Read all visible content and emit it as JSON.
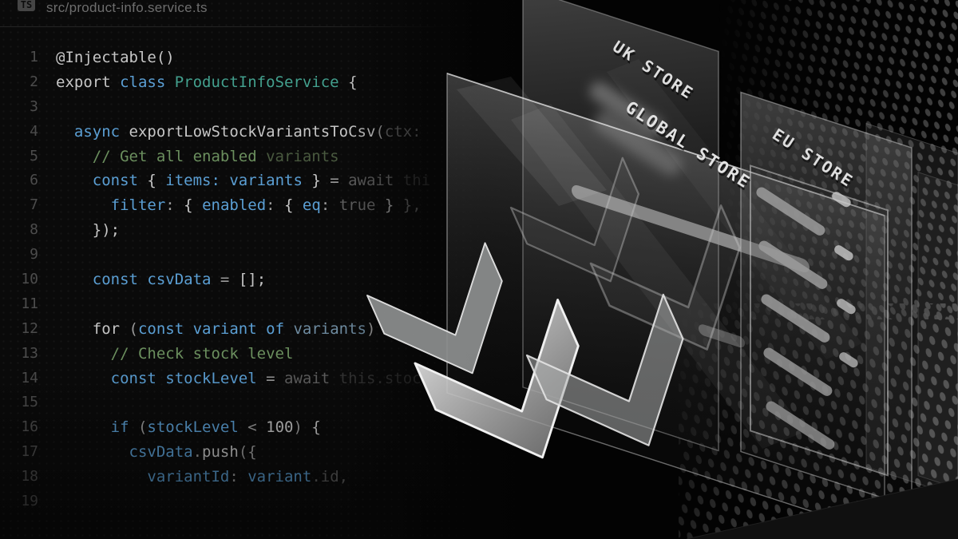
{
  "tab": {
    "badge": "TS",
    "path": "src/product-info.service.ts"
  },
  "editor": {
    "lines": [
      {
        "n": 1,
        "tokens": [
          [
            "w",
            "@Injectable()"
          ]
        ]
      },
      {
        "n": 2,
        "tokens": [
          [
            "w",
            "export "
          ],
          [
            "k",
            "class "
          ],
          [
            "t",
            "ProductInfoService"
          ],
          [
            "w",
            " {"
          ]
        ]
      },
      {
        "n": 3,
        "tokens": []
      },
      {
        "n": 4,
        "tokens": [
          [
            "w",
            "  "
          ],
          [
            "k",
            "async "
          ],
          [
            "w",
            "exportLowStockVariantsToCsv"
          ],
          [
            "p",
            "("
          ],
          [
            "f",
            "ctx:"
          ]
        ]
      },
      {
        "n": 5,
        "tokens": [
          [
            "c",
            "    // Get all enabled "
          ],
          [
            "cf",
            "variants"
          ]
        ]
      },
      {
        "n": 6,
        "tokens": [
          [
            "w",
            "    "
          ],
          [
            "k",
            "const "
          ],
          [
            "w",
            "{ "
          ],
          [
            "k",
            "items: variants"
          ],
          [
            "w",
            " } "
          ],
          [
            "p",
            "= "
          ],
          [
            "f",
            "await "
          ],
          [
            "ff",
            "thi"
          ]
        ]
      },
      {
        "n": 7,
        "tokens": [
          [
            "w",
            "      "
          ],
          [
            "k",
            "filter"
          ],
          [
            "p",
            ": "
          ],
          [
            "w",
            "{ "
          ],
          [
            "k",
            "enabled"
          ],
          [
            "p",
            ": "
          ],
          [
            "w",
            "{ "
          ],
          [
            "k",
            "eq"
          ],
          [
            "p",
            ": "
          ],
          [
            "f",
            "true"
          ],
          [
            "p",
            " } "
          ],
          [
            "f",
            "},"
          ]
        ]
      },
      {
        "n": 8,
        "tokens": [
          [
            "w",
            "    });"
          ]
        ]
      },
      {
        "n": 9,
        "tokens": []
      },
      {
        "n": 10,
        "tokens": [
          [
            "w",
            "    "
          ],
          [
            "k",
            "const "
          ],
          [
            "k",
            "csvData"
          ],
          [
            "p",
            " = "
          ],
          [
            "w",
            "[];"
          ]
        ]
      },
      {
        "n": 11,
        "tokens": []
      },
      {
        "n": 12,
        "tokens": [
          [
            "w",
            "    for "
          ],
          [
            "p",
            "("
          ],
          [
            "k",
            "const "
          ],
          [
            "k",
            "variant "
          ],
          [
            "k",
            "of "
          ],
          [
            "kd",
            "variants"
          ],
          [
            "p",
            ")"
          ]
        ]
      },
      {
        "n": 13,
        "tokens": [
          [
            "c",
            "      // Check stock level"
          ]
        ]
      },
      {
        "n": 14,
        "tokens": [
          [
            "w",
            "      "
          ],
          [
            "k",
            "const "
          ],
          [
            "k",
            "stockLevel"
          ],
          [
            "p",
            " = "
          ],
          [
            "f",
            "await "
          ],
          [
            "ff",
            "this.stoc"
          ]
        ]
      },
      {
        "n": 15,
        "tokens": []
      },
      {
        "n": 16,
        "tokens": [
          [
            "w",
            "      "
          ],
          [
            "k",
            "if "
          ],
          [
            "p",
            "("
          ],
          [
            "k",
            "stockLevel"
          ],
          [
            "p",
            " < "
          ],
          [
            "w",
            "100"
          ],
          [
            "p",
            ") "
          ],
          [
            "w",
            "{"
          ]
        ]
      },
      {
        "n": 17,
        "tokens": [
          [
            "w",
            "        "
          ],
          [
            "k",
            "csvData"
          ],
          [
            "p",
            "."
          ],
          [
            "w",
            "push"
          ],
          [
            "p",
            "({"
          ]
        ]
      },
      {
        "n": 18,
        "tokens": [
          [
            "w",
            "          "
          ],
          [
            "k",
            "variantId"
          ],
          [
            "p",
            ": "
          ],
          [
            "k",
            "variant"
          ],
          [
            "f",
            ".id,"
          ]
        ]
      },
      {
        "n": 19,
        "tokens": []
      }
    ]
  },
  "illustration": {
    "panels": [
      {
        "id": "uk",
        "label": "UK STORE"
      },
      {
        "id": "global",
        "label": "GLOBAL STORE"
      },
      {
        "id": "eu",
        "label": "EU STORE"
      }
    ]
  },
  "colors": {
    "keyword_blue": "#5b9fd4",
    "class_teal": "#43a08e",
    "comment_green": "#6b8f5e",
    "code_default": "#c6c6c6",
    "background": "#050505"
  }
}
